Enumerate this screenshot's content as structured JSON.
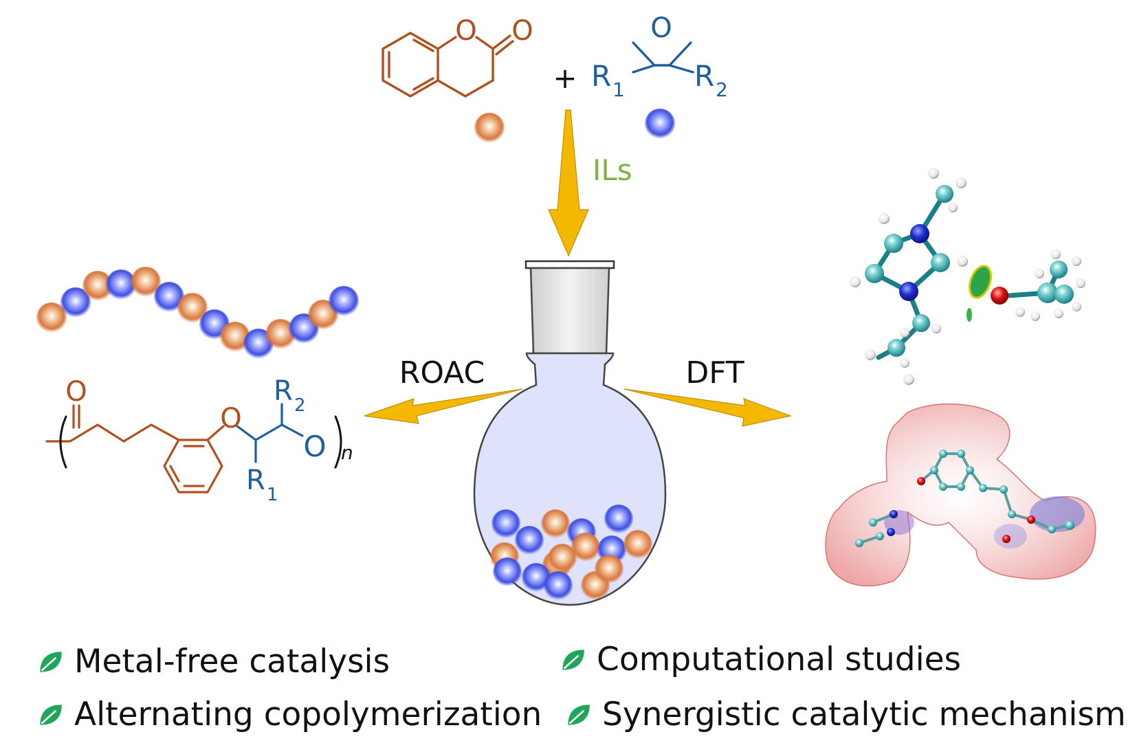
{
  "colors": {
    "reactant_a": "#b0501c",
    "reactant_b": "#1d5f9e",
    "catalyst": "#7cb342",
    "arrow": "#f5b800",
    "leaf": "#1fa65a",
    "ball_orange": "#d9773e",
    "ball_blue": "#3f4fe0"
  },
  "reactants": {
    "lactone_O_ring": "O",
    "lactone_O_carbonyl": "O",
    "plus": "+",
    "epoxide_O": "O",
    "r1": "R",
    "r1_sub": "1",
    "r2": "R",
    "r2_sub": "2"
  },
  "catalyst_label": "ILs",
  "arrow_labels": {
    "left": "ROAC",
    "right": "DFT"
  },
  "polymer": {
    "carbonyl_O": "O",
    "ether_O": "O",
    "chain_O": "O",
    "r1": "R",
    "r1_sub": "1",
    "r2": "R",
    "r2_sub": "2",
    "repeat": "n"
  },
  "chain_balls": [
    "orange",
    "blue",
    "orange",
    "blue",
    "orange",
    "blue",
    "orange",
    "blue",
    "orange",
    "blue",
    "orange",
    "blue",
    "orange",
    "blue"
  ],
  "flask_balls": [
    "blue",
    "orange",
    "blue",
    "orange",
    "blue",
    "orange",
    "blue",
    "orange",
    "blue",
    "orange",
    "blue",
    "orange",
    "blue",
    "orange",
    "blue",
    "orange"
  ],
  "features": [
    {
      "label": "Metal-free catalysis",
      "icon": "leaf-icon"
    },
    {
      "label": "Computational studies",
      "icon": "leaf-icon"
    },
    {
      "label": "Alternating copolymerization",
      "icon": "leaf-icon"
    },
    {
      "label": "Synergistic catalytic mechanism",
      "icon": "leaf-icon"
    }
  ]
}
